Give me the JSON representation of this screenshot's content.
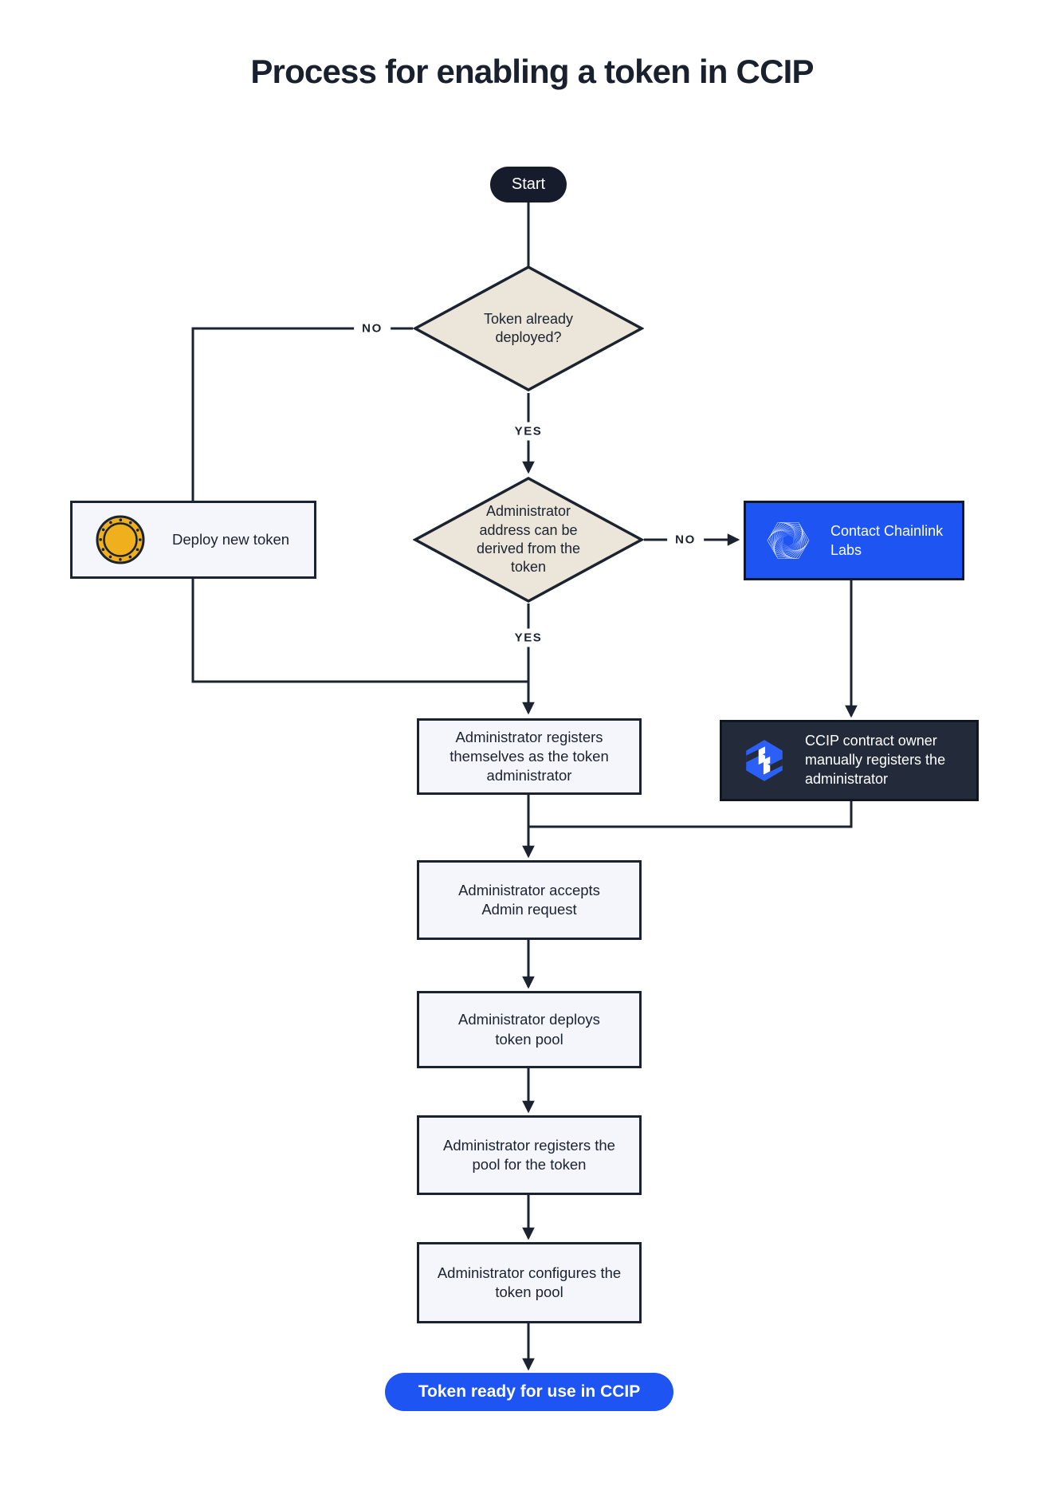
{
  "title": "Process for enabling a token in CCIP",
  "colors": {
    "accent_blue": "#1D54F2",
    "dark_navy": "#1B2330",
    "dark_box_fill": "#232B3A",
    "diamond_fill": "#ECE5DA",
    "process_box_fill": "#F4F6FB",
    "coin_gold": "#F0B01D",
    "connector_line": "#1B2330"
  },
  "nodes": {
    "start": {
      "label": "Start"
    },
    "token_deployed": {
      "label": "Token already deployed?"
    },
    "deploy_new_token": {
      "label": "Deploy new token",
      "icon": "coin-icon"
    },
    "admin_derivable": {
      "label": "Administrator address can be derived from the token"
    },
    "contact_chainlink_labs": {
      "label": "Contact Chainlink Labs",
      "icon": "chainlink-labs-logo-icon"
    },
    "admin_registers_self": {
      "label": "Administrator registers themselves as the token administrator"
    },
    "ccip_owner_registers": {
      "label": "CCIP contract owner manually registers the administrator",
      "icon": "ccip-logo-icon"
    },
    "admin_accepts": {
      "label": "Administrator accepts Admin request"
    },
    "admin_deploys_pool": {
      "label": "Administrator deploys token pool"
    },
    "admin_registers_pool": {
      "label": "Administrator registers the pool for the token"
    },
    "admin_configures_pool": {
      "label": "Administrator configures the token pool"
    },
    "token_ready": {
      "label": "Token ready for use in CCIP"
    }
  },
  "edge_labels": {
    "token_deployed_no": "NO",
    "token_deployed_yes": "YES",
    "admin_derivable_no": "NO",
    "admin_derivable_yes": "YES"
  }
}
